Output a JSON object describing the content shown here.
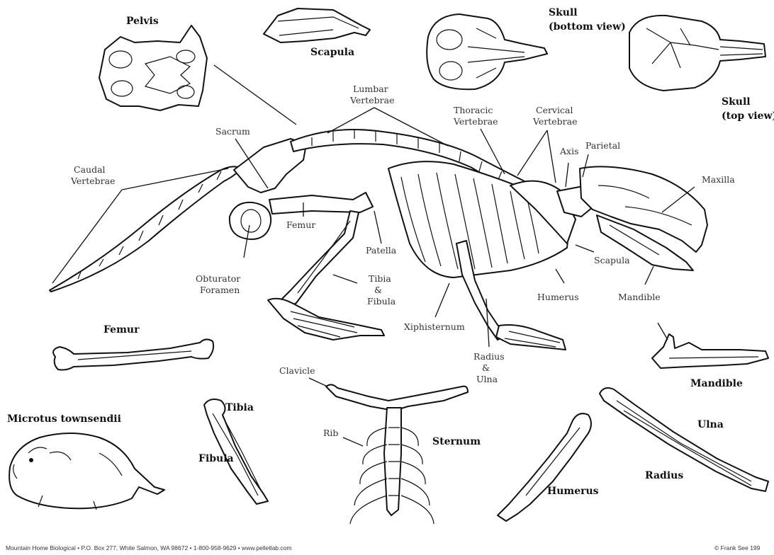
{
  "standalone_labels": {
    "pelvis": "Pelvis",
    "scapula": "Scapula",
    "skull_bottom_1": "Skull",
    "skull_bottom_2": "(bottom view)",
    "skull_top_1": "Skull",
    "skull_top_2": "(top view)",
    "femur": "Femur",
    "mandible": "Mandible",
    "species": "Microtus townsendii",
    "tibia": "Tibia",
    "fibula": "Fibula",
    "sternum": "Sternum",
    "humerus": "Humerus",
    "ulna": "Ulna",
    "radius": "Radius"
  },
  "skeleton_labels": {
    "lumbar_1": "Lumbar",
    "lumbar_2": "Vertebrae",
    "thoracic_1": "Thoracic",
    "thoracic_2": "Vertebrae",
    "cervical_1": "Cervical",
    "cervical_2": "Vertebrae",
    "sacrum": "Sacrum",
    "axis": "Axis",
    "parietal": "Parietal",
    "caudal_1": "Caudal",
    "caudal_2": "Vertebrae",
    "maxilla": "Maxilla",
    "femur": "Femur",
    "patella": "Patella",
    "scapula": "Scapula",
    "obturator_1": "Obturator",
    "obturator_2": "Foramen",
    "tibia_1": "Tibia",
    "tibia_2": "&",
    "tibia_3": "Fibula",
    "humerus": "Humerus",
    "mandible": "Mandible",
    "xiphisternum": "Xiphisternum",
    "radius_1": "Radius",
    "radius_2": "&",
    "radius_3": "Ulna",
    "clavicle": "Clavicle",
    "rib": "Rib"
  },
  "footer": {
    "left": "Mountain Home Biological • P.O. Box 277, White Salmon, WA 98672 • 1-800-958-9629 • www.pelletlab.com",
    "right": "© Frank See 199"
  }
}
